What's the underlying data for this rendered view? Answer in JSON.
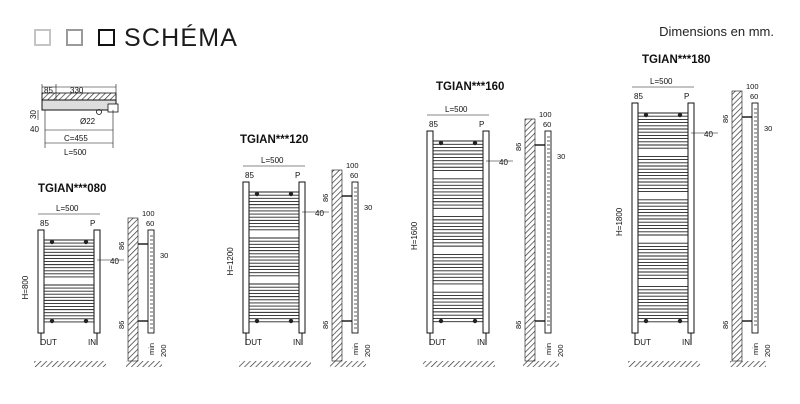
{
  "header": {
    "title": "SCHÉMA",
    "units_note": "Dimensions en mm."
  },
  "top_view": {
    "dim_85": "85",
    "dim_330": "330",
    "dim_30": "30",
    "dim_40": "40",
    "pipe_dia": "Ø22",
    "center": "C=455",
    "length": "L=500"
  },
  "labels": {
    "length": "L=500",
    "dim_85": "85",
    "dim_40": "40",
    "dim_100": "100",
    "dim_60": "60",
    "dim_30": "30",
    "dim_86": "86",
    "min": "min",
    "dim_200": "200",
    "valve_p": "P",
    "out": "OUT",
    "in": "IN"
  },
  "models": [
    {
      "name": "TGIAN***080",
      "height_label": "H=800",
      "height_mm": 800
    },
    {
      "name": "TGIAN***120",
      "height_label": "H=1200",
      "height_mm": 1200
    },
    {
      "name": "TGIAN***160",
      "height_label": "H=1600",
      "height_mm": 1600
    },
    {
      "name": "TGIAN***180",
      "height_label": "H=1800",
      "height_mm": 1800
    }
  ]
}
